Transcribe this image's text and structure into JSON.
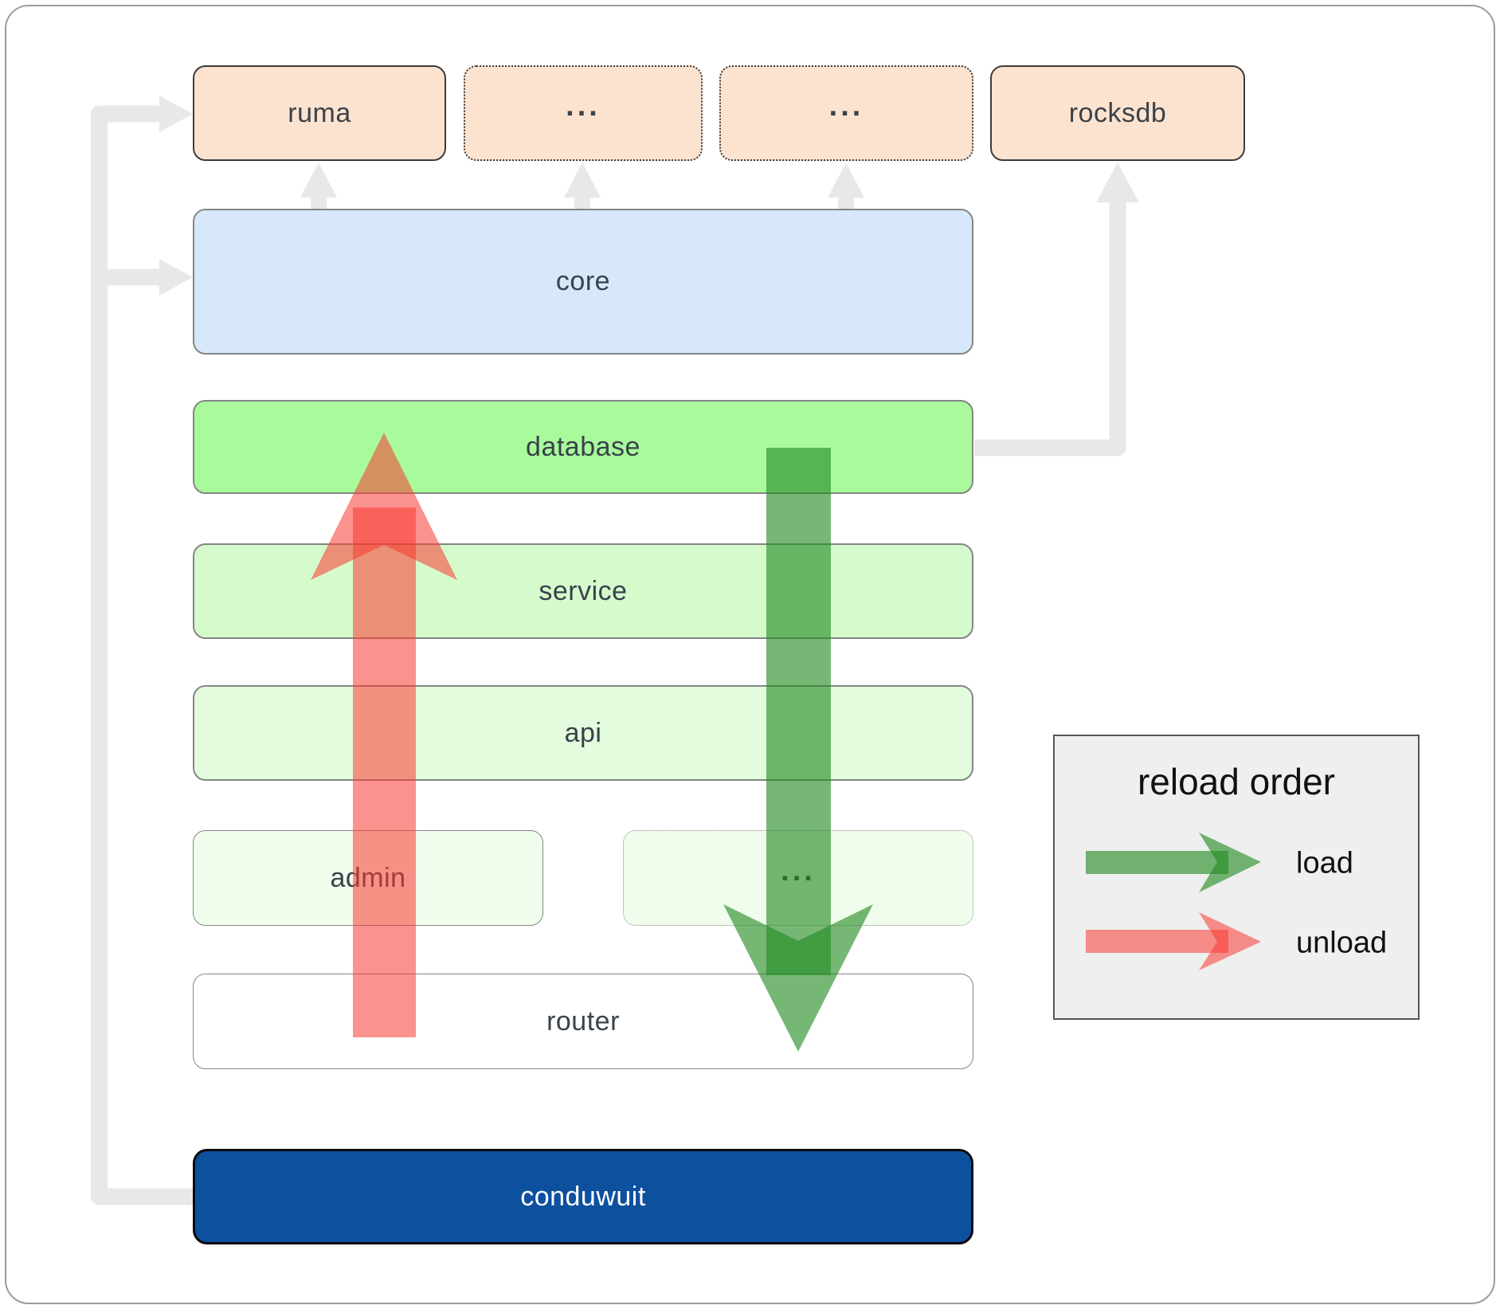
{
  "boxes": {
    "ruma": {
      "label": "ruma"
    },
    "crate_more_1": {
      "label": "..."
    },
    "crate_more_2": {
      "label": "..."
    },
    "rocksdb": {
      "label": "rocksdb"
    },
    "core": {
      "label": "core"
    },
    "database": {
      "label": "database"
    },
    "service": {
      "label": "service"
    },
    "api": {
      "label": "api"
    },
    "admin": {
      "label": "admin"
    },
    "api_more": {
      "label": "..."
    },
    "router": {
      "label": "router"
    },
    "conduwuit": {
      "label": "conduwuit"
    }
  },
  "legend": {
    "title": "reload order",
    "items": [
      {
        "label": "load",
        "color": "#228b22"
      },
      {
        "label": "unload",
        "color": "#fa3932"
      }
    ]
  },
  "colors": {
    "crate_peach": "#fce3d0",
    "core_blue": "#d6e8fa",
    "database_green": "#a8fa9b",
    "service_green": "#d5fbcd",
    "api_green": "#e4fcde",
    "admin_green": "#f0fdec",
    "router_white": "#ffffff",
    "conduwuit_blue": "#0d509e",
    "connector_gray": "#e8e8e8",
    "load_green": "#228b22",
    "unload_red": "#fa3932",
    "legend_bg": "#efefef",
    "legend_border": "#555555",
    "box_border_gray": "#858585",
    "box_border_dark": "#3b3b3b",
    "label_color": "#3a424a",
    "legend_text": "#111111",
    "outer_border": "#9c9c9c"
  }
}
